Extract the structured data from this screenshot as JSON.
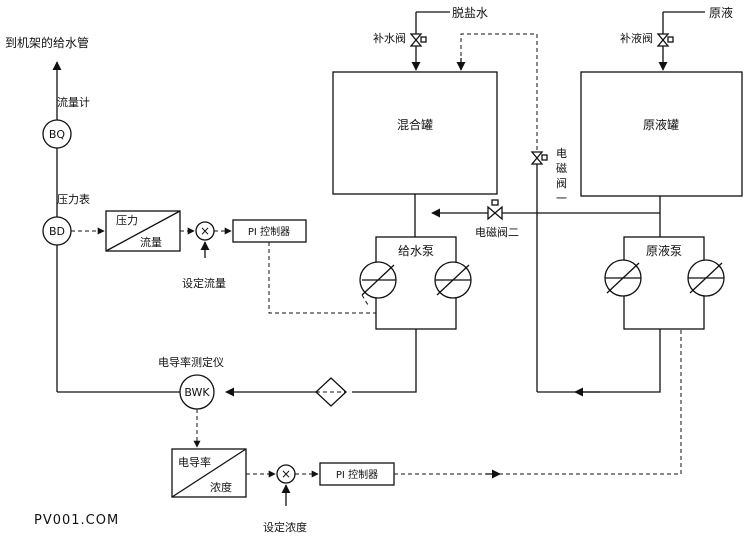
{
  "title": "",
  "labels": {
    "to_rack": "到机架的给水管",
    "flowmeter": "流量计",
    "pressure_gauge": "压力表",
    "bq": "BQ",
    "bd": "BD",
    "pressure": "压力",
    "flow": "流量",
    "set_flow": "设定流量",
    "pi1": "PI 控制器",
    "pi2": "PI 控制器",
    "conductivity_meter": "电导率测定仪",
    "bwk": "BWK",
    "conductivity": "电导率",
    "concentration": "浓度",
    "set_concentration": "设定浓度",
    "mix_tank": "混合罐",
    "raw_tank": "原液罐",
    "feed_pump": "给水泵",
    "raw_pump": "原液泵",
    "desalted_water": "脱盐水",
    "raw_liquid": "原液",
    "makeup_water_valve": "补水阀",
    "makeup_liquid_valve": "补液阀",
    "solenoid_valve_1": "电磁阀一",
    "solenoid_valve_2": "电磁阀二",
    "mult": "×",
    "watermark": "PV001.COM"
  }
}
